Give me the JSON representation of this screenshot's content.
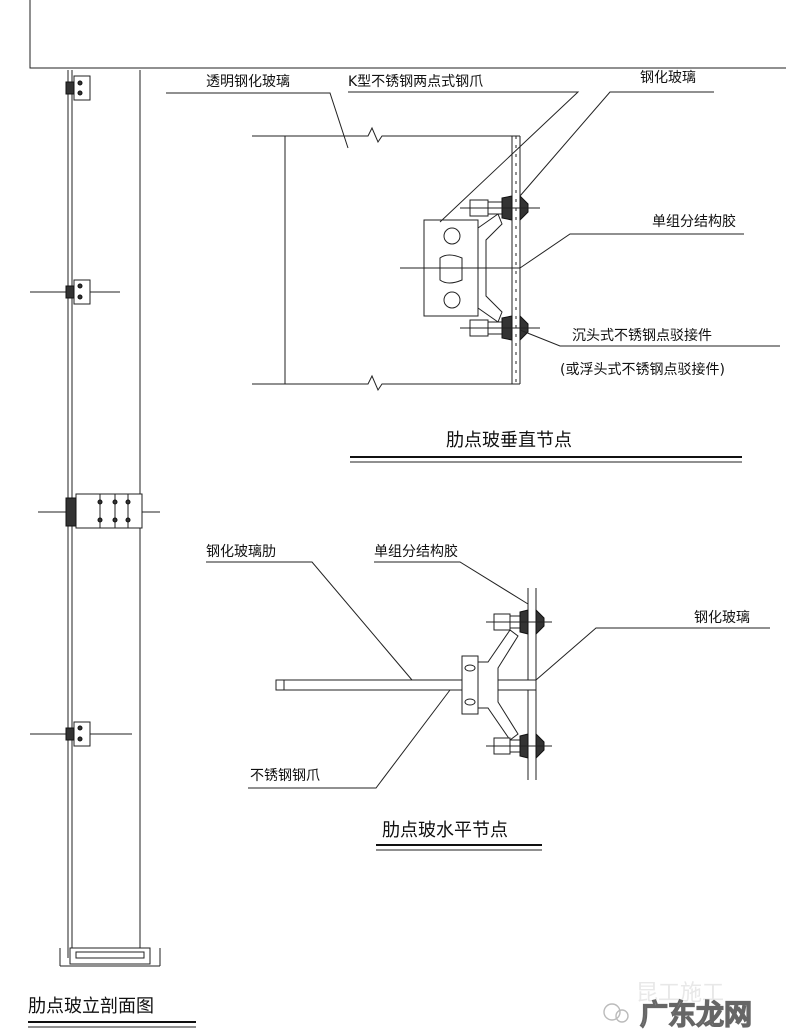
{
  "vertical_node": {
    "title": "肋点玻垂直节点",
    "labels": {
      "tempered_clear_glass": "透明钢化玻璃",
      "k_claw": "K型不锈钢两点式钢爪",
      "tempered_glass": "钢化玻璃",
      "structural_sealant": "单组分结构胶",
      "countersunk_fitting": "沉头式不锈钢点驳接件",
      "floating_fitting": "(或浮头式不锈钢点驳接件)"
    }
  },
  "horizontal_node": {
    "title": "肋点玻水平节点",
    "labels": {
      "glass_fin": "钢化玻璃肋",
      "structural_sealant": "单组分结构胶",
      "tempered_glass": "钢化玻璃",
      "steel_claw": "不锈钢钢爪"
    }
  },
  "elevation": {
    "title": "肋点玻立剖面图"
  },
  "watermark": {
    "faint_text": "昆工施工",
    "site_text": "广东龙网"
  }
}
